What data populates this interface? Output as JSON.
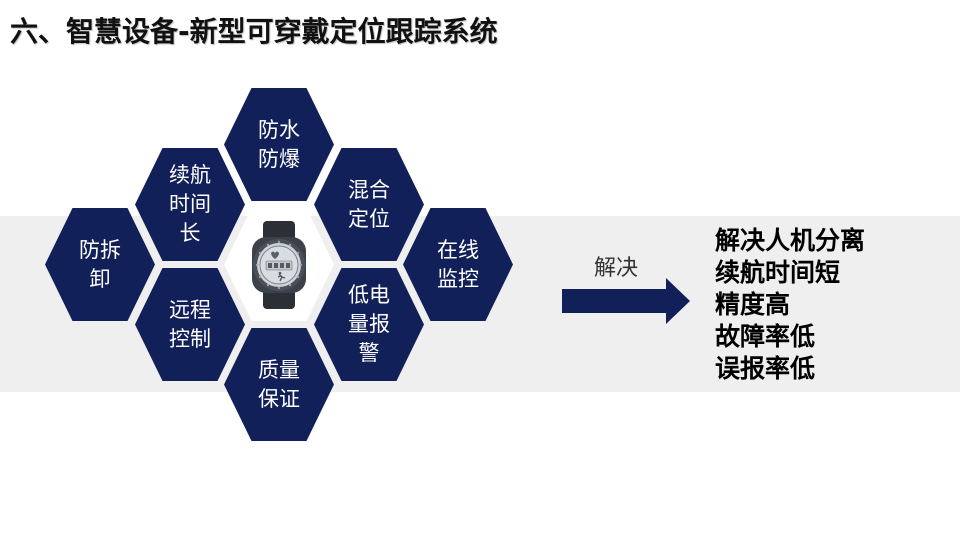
{
  "title": "六、智慧设备-新型可穿戴定位跟踪系统",
  "colors": {
    "hex_fill": "#12205a",
    "band": "#efefef",
    "arrow": "#12205a"
  },
  "hexagons": [
    {
      "id": "anti-disassembly",
      "label": "防拆卸"
    },
    {
      "id": "battery-life",
      "label": "续航时间长"
    },
    {
      "id": "waterproof",
      "label": "防水防爆"
    },
    {
      "id": "hybrid-positioning",
      "label": "混合定位"
    },
    {
      "id": "online-monitoring",
      "label": "在线监控"
    },
    {
      "id": "remote-control",
      "label": "远程控制"
    },
    {
      "id": "low-battery-alarm",
      "label": "低电量报警"
    },
    {
      "id": "quality-assurance",
      "label": "质量保证"
    }
  ],
  "center_image": {
    "icon": "wearable-watch-icon"
  },
  "arrow_label": "解决",
  "solutions": [
    "解决人机分离",
    "续航时间短",
    "精度高",
    "故障率低",
    "误报率低"
  ]
}
